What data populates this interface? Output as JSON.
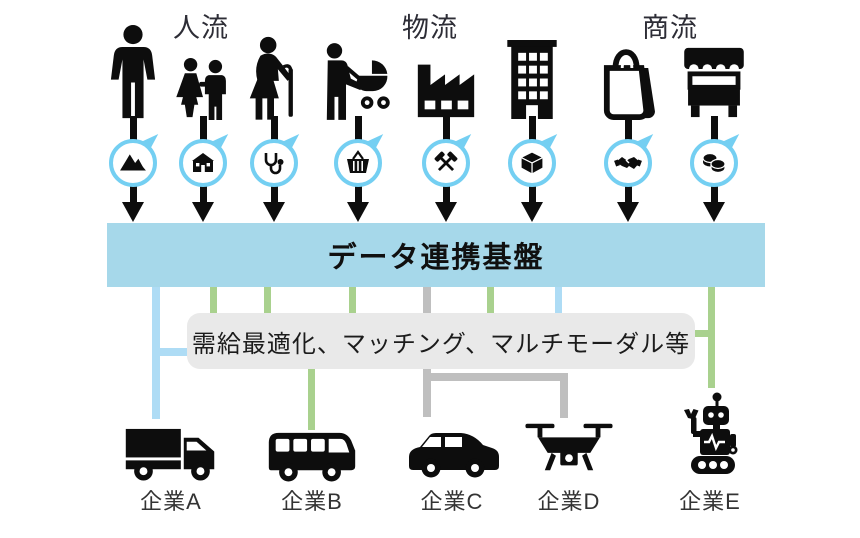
{
  "diagram": {
    "groups": [],
    "group_labels": {
      "people_flow": "人流",
      "logistics_flow": "物流",
      "commerce_flow": "商流"
    },
    "platform": {
      "label": "データ連携基盤",
      "bg_color": "#A6D8EA"
    },
    "function_box": {
      "label": "需給最適化、マッチング、マルチモーダル等",
      "bg_color": "#E9E9E9"
    },
    "sources": [
      {
        "icon": "adult-person-icon",
        "badge_icon": "mountains-icon"
      },
      {
        "icon": "children-icon",
        "badge_icon": "school-icon"
      },
      {
        "icon": "elderly-person-icon",
        "badge_icon": "stethoscope-icon"
      },
      {
        "icon": "parent-stroller-icon",
        "badge_icon": "shopping-basket-icon"
      },
      {
        "icon": "factory-icon",
        "badge_icon": "crossed-hammers-icon"
      },
      {
        "icon": "office-building-icon",
        "badge_icon": "package-box-icon"
      },
      {
        "icon": "shopping-bag-icon",
        "badge_icon": "handshake-icon"
      },
      {
        "icon": "market-stall-icon",
        "badge_icon": "coins-icon"
      }
    ],
    "companies": [
      {
        "label": "企業A",
        "icon": "truck-icon",
        "line_color": "#AEDCF5"
      },
      {
        "label": "企業B",
        "icon": "bus-icon",
        "line_color": "#A9D18E"
      },
      {
        "label": "企業C",
        "icon": "car-icon",
        "line_color": "#BFBFBF"
      },
      {
        "label": "企業D",
        "icon": "drone-icon",
        "line_color": "#BFBFBF"
      },
      {
        "label": "企業E",
        "icon": "robot-icon",
        "line_color": "#A9D18E"
      }
    ],
    "colors": {
      "platform_blue": "#A6D8EA",
      "line_blue": "#AEDCF5",
      "line_green": "#A9D18E",
      "line_gray": "#BFBFBF",
      "badge_ring_blue": "#74CFF2",
      "icon_black": "#0D0D0D",
      "function_box_gray": "#E9E9E9"
    }
  }
}
